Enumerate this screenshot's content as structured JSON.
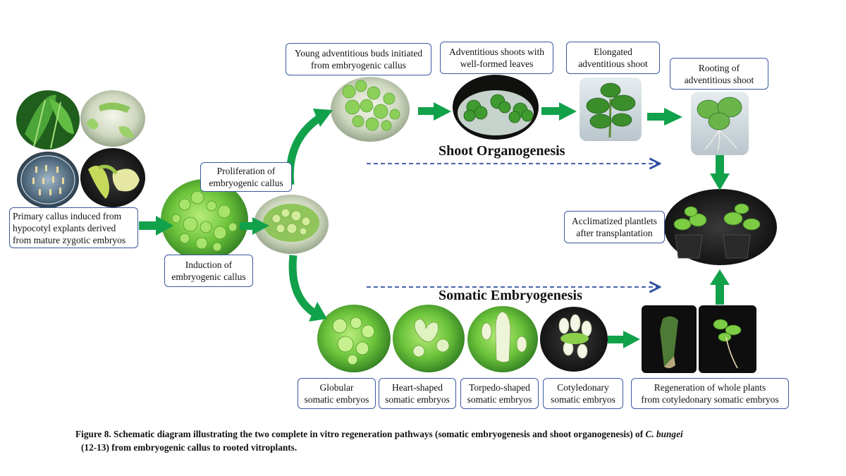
{
  "sections": {
    "shoot": "Shoot Organogenesis",
    "somatic": "Somatic Embryogenesis"
  },
  "labels": {
    "primary": [
      "Primary callus induced from",
      "hypocotyl explants derived",
      "from mature zygotic embryos"
    ],
    "induction": [
      "Induction of",
      "embryogenic callus"
    ],
    "proliferation": [
      "Proliferation of",
      "embryogenic callus"
    ],
    "young_buds": [
      "Young adventitious buds initiated",
      "from embryogenic callus"
    ],
    "adv_shoots": [
      "Adventitious shoots with",
      "well-formed leaves"
    ],
    "elongated": [
      "Elongated",
      "adventitious shoot"
    ],
    "rooting": [
      "Rooting of",
      "adventitious shoot"
    ],
    "acclimatized": [
      "Acclimatized plantlets",
      "after transplantation"
    ],
    "globular": [
      "Globular",
      "somatic embryos"
    ],
    "heart": [
      "Heart-shaped",
      "somatic embryos"
    ],
    "torpedo": [
      "Torpedo-shaped",
      "somatic embryos"
    ],
    "cotyledonary": [
      "Cotyledonary",
      "somatic embryos"
    ],
    "regeneration": [
      "Regeneration of whole plants",
      "from cotyledonary somatic embryos"
    ]
  },
  "caption": {
    "line1_prefix": "Figure 8. Schematic diagram illustrating the two complete in vitro regeneration pathways (somatic embryogenesis and shoot organogenesis) of ",
    "species": "C. bungei",
    "line2": "(12-13)  from embryogenic callus to rooted vitroplants."
  },
  "colors": {
    "arrow_green": "#12a14b",
    "dashed_blue": "#2f4f9f",
    "box_border": "#3a5aa0",
    "callus_green": "#7ccc44",
    "dark_background": "#141414"
  },
  "photos": [
    {
      "id": "primary-leaves",
      "name": "seedling-leaves-photo"
    },
    {
      "id": "primary-explant",
      "name": "hypocotyl-explant-photo"
    },
    {
      "id": "primary-dish",
      "name": "petri-dish-explants-photo"
    },
    {
      "id": "primary-callus",
      "name": "primary-callus-photo"
    },
    {
      "id": "induction",
      "name": "embryogenic-callus-induction-photo"
    },
    {
      "id": "proliferation",
      "name": "embryogenic-callus-proliferation-photo"
    },
    {
      "id": "young-buds",
      "name": "young-adventitious-buds-photo"
    },
    {
      "id": "adv-shoots",
      "name": "adventitious-shoots-photo"
    },
    {
      "id": "elongated",
      "name": "elongated-shoot-photo"
    },
    {
      "id": "rooting",
      "name": "rooting-shoot-photo"
    },
    {
      "id": "acclimatized",
      "name": "acclimatized-plantlets-photo"
    },
    {
      "id": "globular",
      "name": "globular-embryos-photo"
    },
    {
      "id": "heart",
      "name": "heart-shaped-embryos-photo"
    },
    {
      "id": "torpedo",
      "name": "torpedo-shaped-embryos-photo"
    },
    {
      "id": "cotyledonary",
      "name": "cotyledonary-embryos-photo"
    },
    {
      "id": "regen-1",
      "name": "regenerated-embryo-photo"
    },
    {
      "id": "regen-2",
      "name": "regenerated-plantlet-photo"
    }
  ]
}
